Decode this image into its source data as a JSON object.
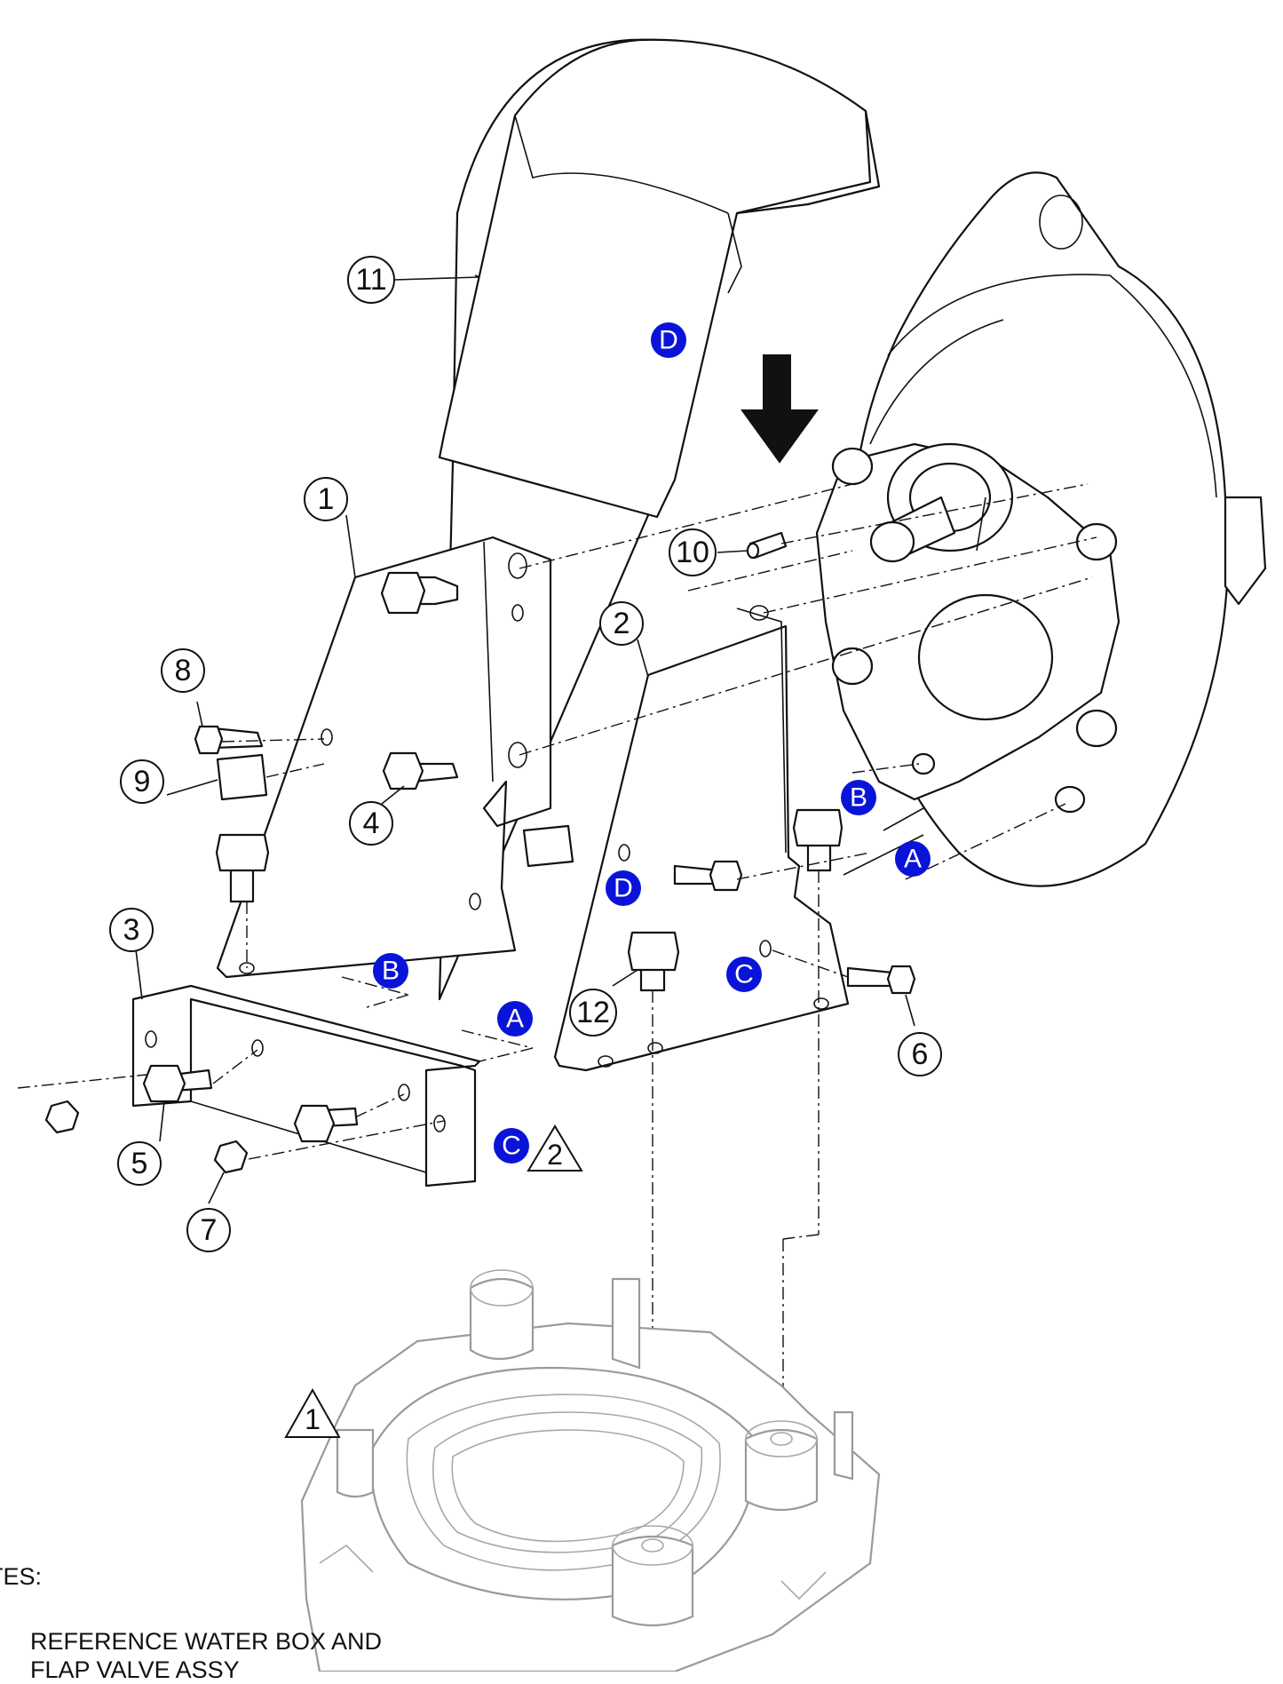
{
  "callouts": [
    {
      "label": "1"
    },
    {
      "label": "2"
    },
    {
      "label": "3"
    },
    {
      "label": "4"
    },
    {
      "label": "5"
    },
    {
      "label": "6"
    },
    {
      "label": "7"
    },
    {
      "label": "8"
    },
    {
      "label": "9"
    },
    {
      "label": "10"
    },
    {
      "label": "11"
    },
    {
      "label": "12"
    }
  ],
  "flags": {
    "a": "A",
    "b": "B",
    "c": "C",
    "d": "D",
    "color": "#0a14d8"
  },
  "note_triangles": {
    "one": "1",
    "two": "2"
  },
  "notes": {
    "heading": "OTES:",
    "item_line1": "REFERENCE WATER BOX AND",
    "item_line2": "FLAP VALVE ASSY"
  },
  "colors": {
    "line": "#111111",
    "ghost_line": "#9a9a9a",
    "background": "#ffffff"
  }
}
